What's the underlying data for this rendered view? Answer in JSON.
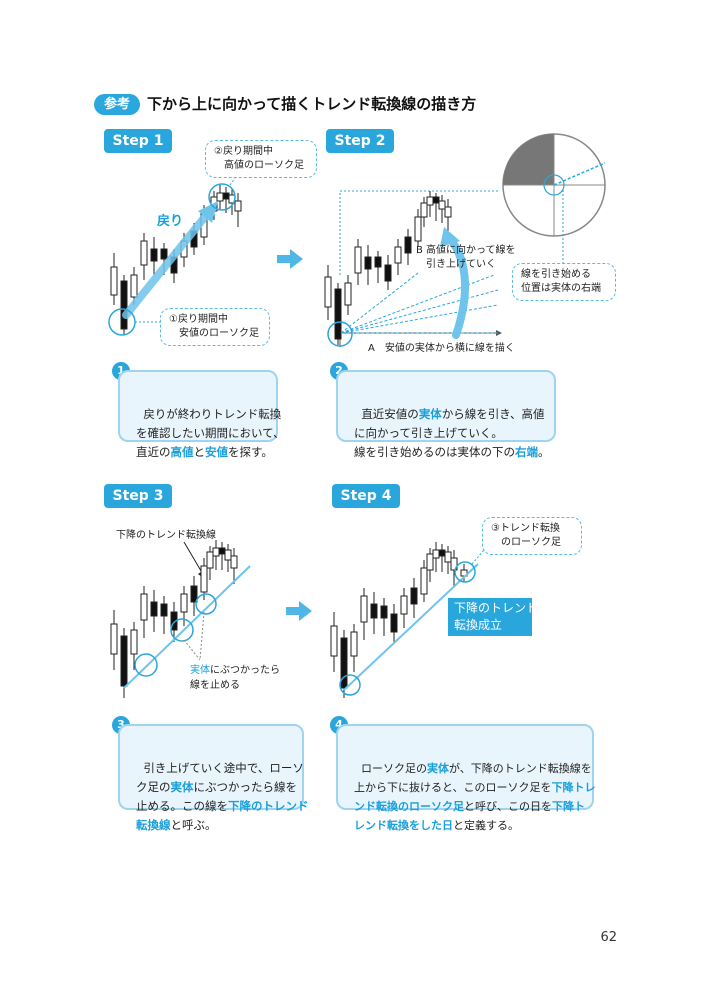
{
  "header": {
    "badge": "参考",
    "title": "下から上に向かって描くトレンド転換線の描き方"
  },
  "steps": [
    {
      "tab": "Step 1",
      "number": "1",
      "description_parts": [
        {
          "text": "戻りが終わりトレンド転換\nを確認したい期間において、\n直近の",
          "hl": false
        },
        {
          "text": "高値",
          "hl": true
        },
        {
          "text": "と",
          "hl": false
        },
        {
          "text": "安値",
          "hl": true
        },
        {
          "text": "を探す。",
          "hl": false
        }
      ],
      "labels": {
        "modori": "戻り",
        "callout_high": "②戻り期間中\n　高値のローソク足",
        "callout_low": "①戻り期間中\n　安値のローソク足"
      }
    },
    {
      "tab": "Step 2",
      "number": "2",
      "description_parts": [
        {
          "text": "直近安値の",
          "hl": false
        },
        {
          "text": "実体",
          "hl": true
        },
        {
          "text": "から線を引き、高値\nに向かって引き上げていく。\n線を引き始めるのは実体の下の",
          "hl": false
        },
        {
          "text": "右端",
          "hl": true
        },
        {
          "text": "。",
          "hl": false
        }
      ],
      "labels": {
        "b_label": "B 高値に向かって線を\n　引き上げていく",
        "a_label": "A　安値の実体から横に線を描く",
        "callout_start": "線を引き始める\n位置は実体の右端"
      }
    },
    {
      "tab": "Step 3",
      "number": "3",
      "description_parts": [
        {
          "text": "引き上げていく途中で、ローソ\nク足の",
          "hl": false
        },
        {
          "text": "実体",
          "hl": true
        },
        {
          "text": "にぶつかったら線を\n止める。この線を",
          "hl": false
        },
        {
          "text": "下降のトレンド\n転換線",
          "hl": true
        },
        {
          "text": "と呼ぶ。",
          "hl": false
        }
      ],
      "labels": {
        "line_name": "下降のトレンド転換線",
        "stop_hl": "実体",
        "stop_rest": "にぶつかったら\n線を止める"
      }
    },
    {
      "tab": "Step 4",
      "number": "4",
      "description_parts": [
        {
          "text": "ローソク足の",
          "hl": false
        },
        {
          "text": "実体",
          "hl": true
        },
        {
          "text": "が、下降のトレンド転換線を\n上から下に抜けると、このローソク足を",
          "hl": false
        },
        {
          "text": "下降トレ\nンド転換のローソク足",
          "hl": true
        },
        {
          "text": "と呼び、この日を",
          "hl": false
        },
        {
          "text": "下降ト\nレンド転換をした日",
          "hl": true
        },
        {
          "text": "と定義する。",
          "hl": false
        }
      ],
      "labels": {
        "callout_candle": "③トレンド転換\n　のローソク足",
        "established": "下降のトレンド\n転換成立"
      }
    }
  ],
  "page_number": "62",
  "colors": {
    "accent": "#29a6dc",
    "box_fill": "#e9f5fc",
    "box_border": "#9fd3ee",
    "arrow": "#4fb6e6"
  }
}
